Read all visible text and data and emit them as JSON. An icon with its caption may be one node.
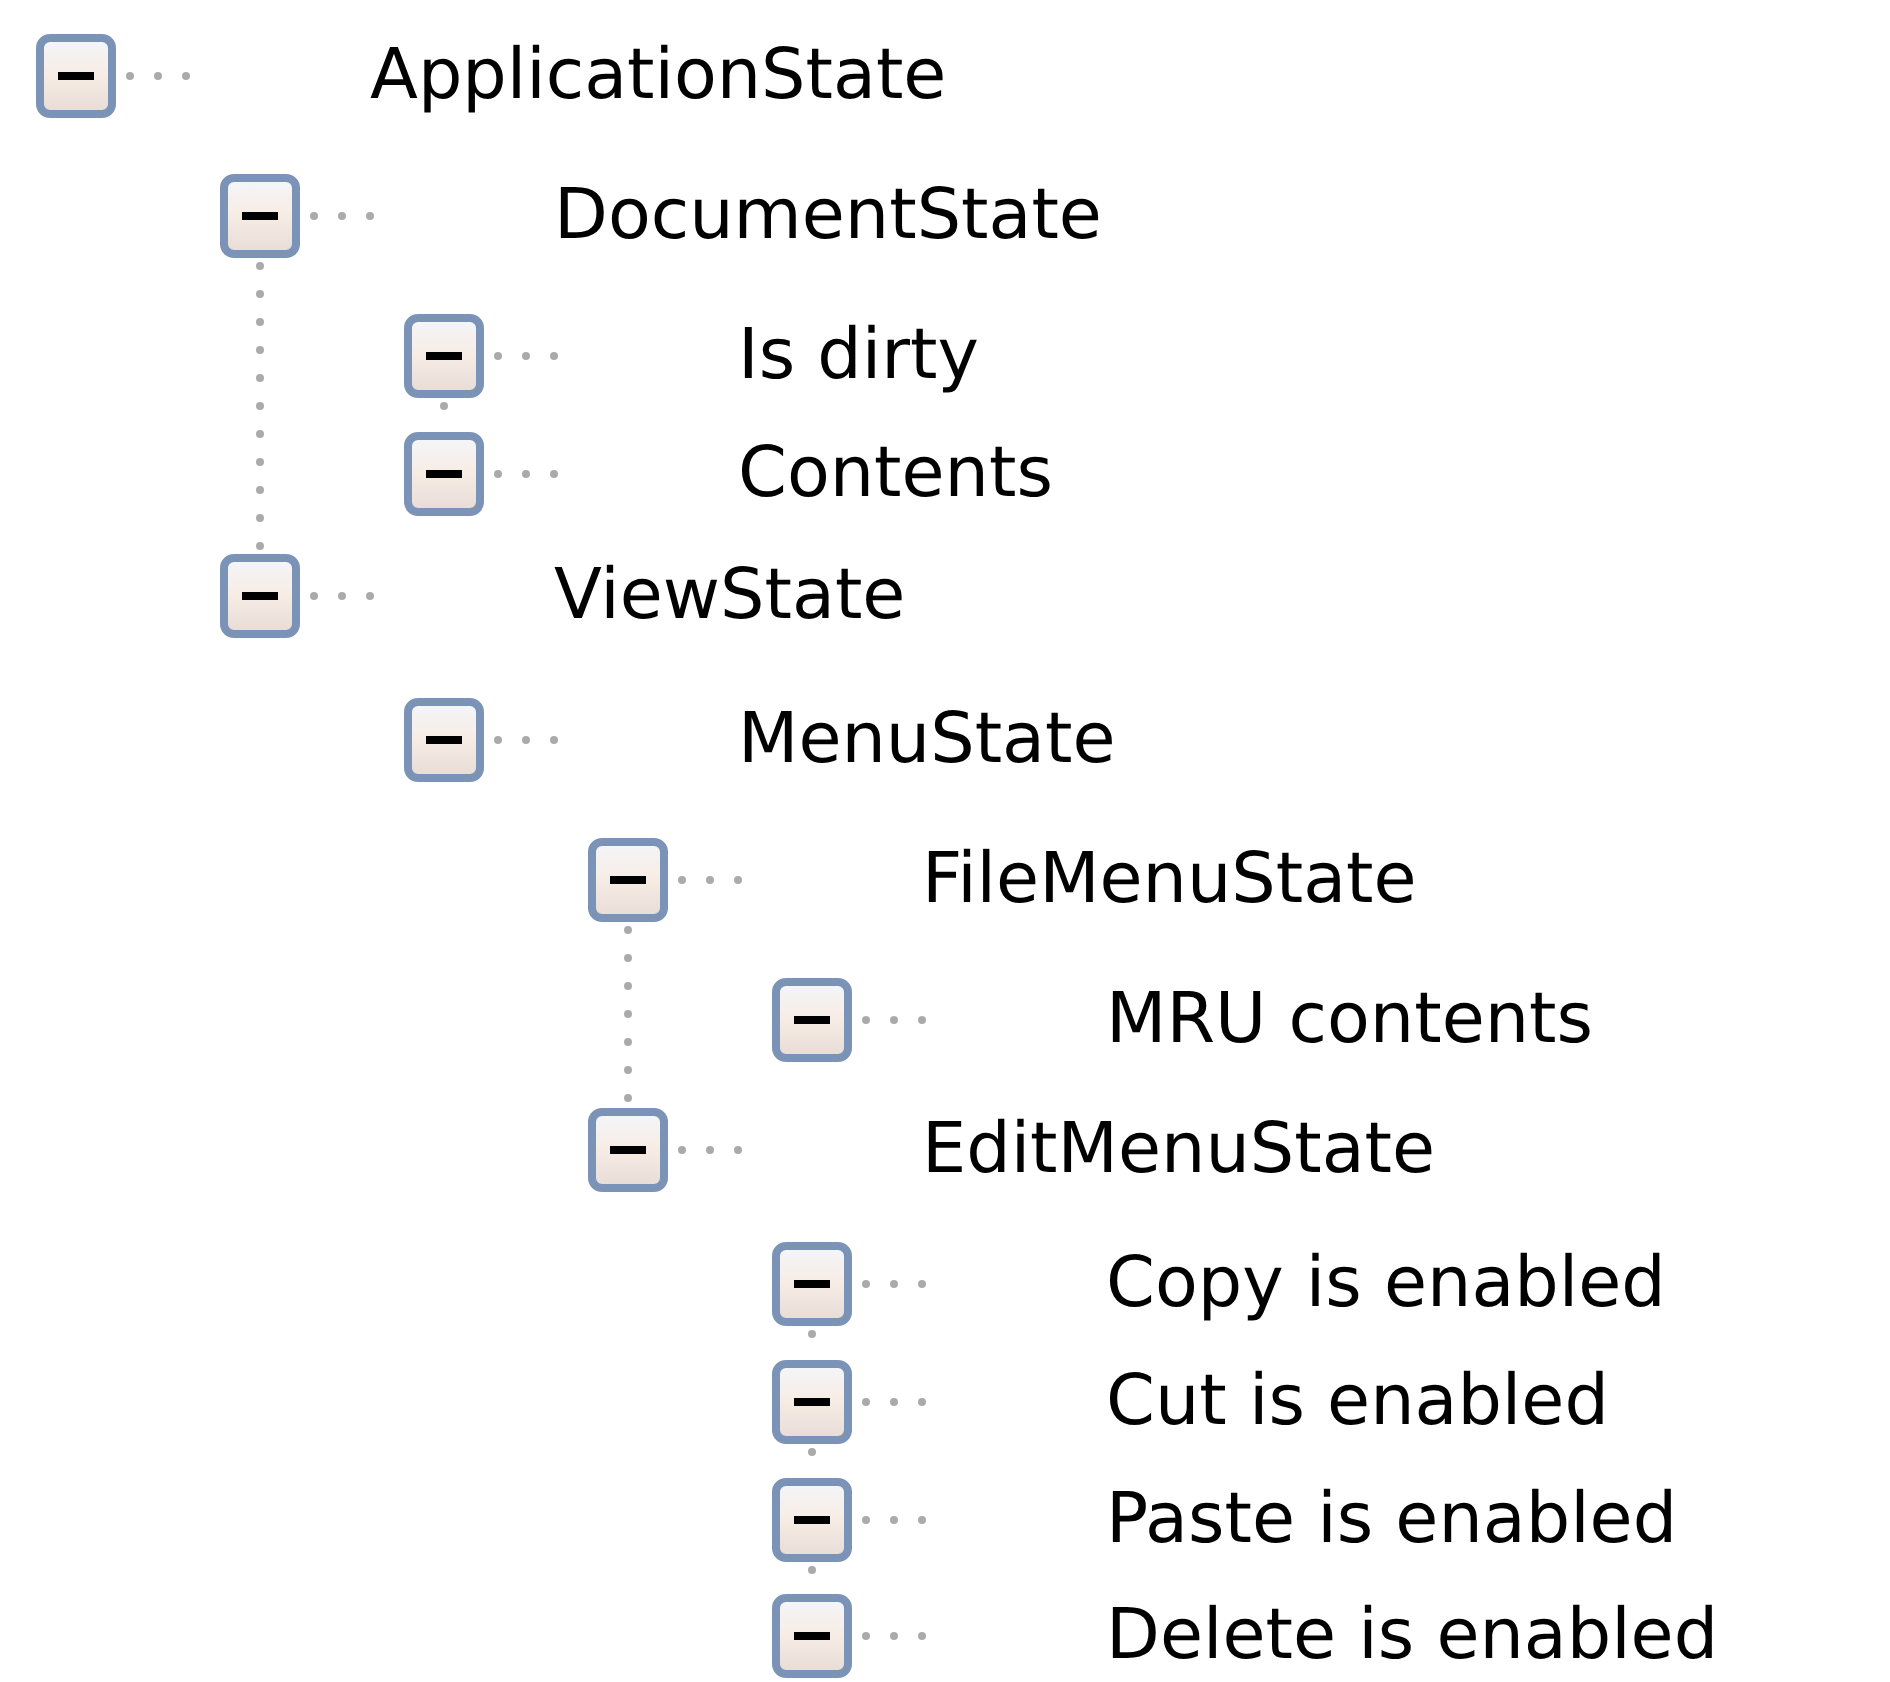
{
  "diagram": {
    "nodes": [
      {
        "text": [
          "ApplicationState"
        ]
      },
      {
        "text": [
          "DocumentState"
        ]
      },
      {
        "text": [
          "Is dirty"
        ]
      },
      {
        "text": [
          "Contents"
        ]
      },
      {
        "text": [
          "ViewState"
        ]
      },
      {
        "text": [
          "MenuState"
        ]
      },
      {
        "text": [
          "FileMenuState"
        ]
      },
      {
        "text": [
          "MRU contents"
        ]
      },
      {
        "text": [
          "EditMenuState"
        ]
      },
      {
        "text": [
          "Copy is enabled"
        ]
      },
      {
        "text": [
          "Cut is enabled"
        ]
      },
      {
        "text": [
          "Paste is enabled"
        ]
      },
      {
        "text": [
          "Delete is enabled"
        ]
      }
    ],
    "edges": [
      {
        "from": 1,
        "to": 4,
        "arrow": "none"
      },
      {
        "from": 2,
        "to": 3,
        "arrow": "none"
      },
      {
        "from": 6,
        "to": 8,
        "arrow": "none"
      },
      {
        "from": 9,
        "to": 10,
        "arrow": "none"
      },
      {
        "from": 10,
        "to": 11,
        "arrow": "none"
      },
      {
        "from": 11,
        "to": 12,
        "arrow": "none"
      }
    ]
  }
}
